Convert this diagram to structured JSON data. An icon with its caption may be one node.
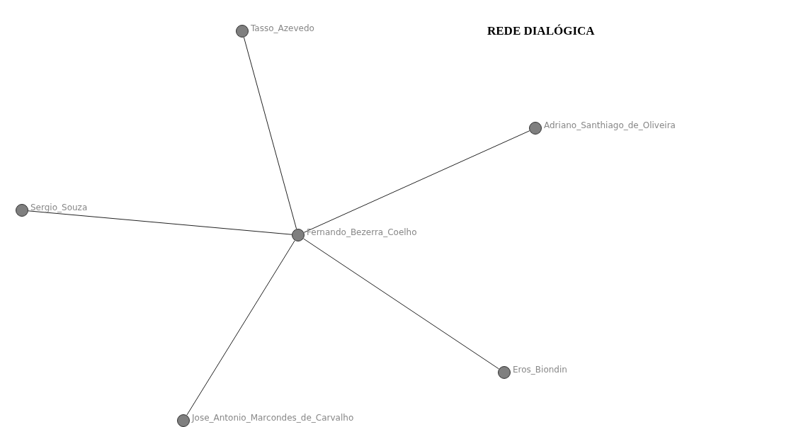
{
  "diagram": {
    "title": "REDE DIALÓGICA",
    "nodes": [
      {
        "text": [],
        "shape": "circle",
        "beside": [
          "Tasso_Azevedo"
        ]
      },
      {
        "text": [],
        "shape": "circle",
        "beside": [
          "Adriano_Santhiago_de_Oliveira"
        ]
      },
      {
        "text": [],
        "shape": "circle",
        "beside": [
          "Sergio_Souza"
        ]
      },
      {
        "text": [],
        "shape": "circle",
        "beside": [
          "Fernando_Bezerra_Coelho"
        ]
      },
      {
        "text": [],
        "shape": "circle",
        "beside": [
          "Eros_Biondin"
        ]
      },
      {
        "text": [],
        "shape": "circle",
        "beside": [
          "Jose_Antonio_Marcondes_de_Carvalho"
        ]
      }
    ],
    "edges": [
      {
        "from": 3,
        "to": 0,
        "arrow": "none"
      },
      {
        "from": 3,
        "to": 1,
        "arrow": "none"
      },
      {
        "from": 3,
        "to": 2,
        "arrow": "none"
      },
      {
        "from": 3,
        "to": 4,
        "arrow": "none"
      },
      {
        "from": 3,
        "to": 5,
        "arrow": "none"
      }
    ]
  }
}
